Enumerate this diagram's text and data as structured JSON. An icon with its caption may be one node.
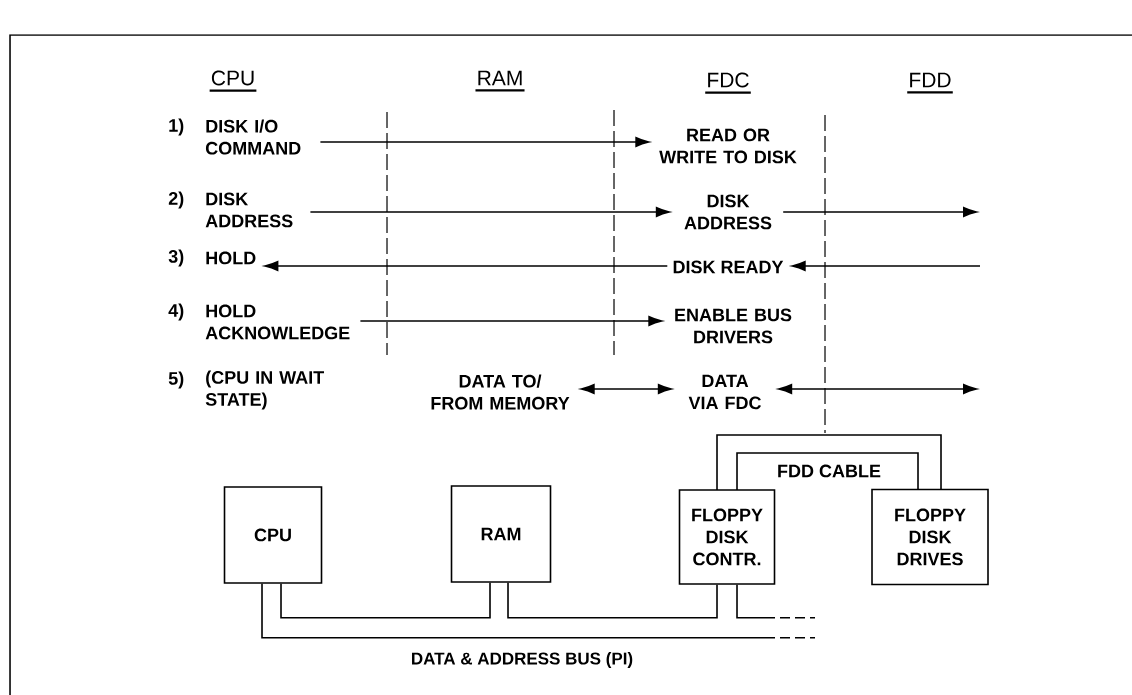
{
  "diagram": {
    "nodes": [
      {
        "text": [
          "DISK I/O COMMAND"
        ]
      },
      {
        "text": [
          "READ OR WRITE TO DISK"
        ]
      },
      {
        "text": [
          "DISK ADDRESS"
        ]
      },
      {
        "text": [
          "DISK ADDRESS"
        ]
      },
      {
        "text": [
          "HOLD"
        ]
      },
      {
        "text": [
          "DISK READY"
        ]
      },
      {
        "text": [
          "HOLD ACKNOWLEDGE"
        ]
      },
      {
        "text": [
          "ENABLE BUS DRIVERS"
        ]
      },
      {
        "text": [
          "DATA TO/ FROM MEMORY"
        ]
      },
      {
        "text": [
          "DATA VIA FDC"
        ]
      },
      {
        "text": [
          "FDD CABLE"
        ]
      },
      {
        "text": [
          "CPU"
        ]
      },
      {
        "text": [
          "RAM"
        ]
      },
      {
        "text": [
          "FLOPPY DISK CONTR."
        ]
      },
      {
        "text": [
          "FLOPPY DISK DRIVES"
        ]
      }
    ],
    "edges": [
      {
        "from": 0,
        "to": 1,
        "arrow": "to"
      },
      {
        "from": 2,
        "to": 3,
        "arrow": "to"
      },
      {
        "from": 3,
        "to": null,
        "arrow": "to"
      },
      {
        "from": null,
        "to": 5,
        "arrow": "to"
      },
      {
        "from": 5,
        "to": 4,
        "arrow": "to"
      },
      {
        "from": 6,
        "to": 7,
        "arrow": "to"
      },
      {
        "from": 8,
        "to": 9,
        "arrow": "both"
      },
      {
        "from": 9,
        "to": null,
        "arrow": "both"
      },
      {
        "from": 11,
        "to": 12,
        "arrow": "none"
      },
      {
        "from": 12,
        "to": 13,
        "arrow": "none"
      },
      {
        "from": 13,
        "to": null,
        "arrow": "none"
      },
      {
        "from": 11,
        "to": null,
        "arrow": "none"
      }
    ],
    "labels": [
      "CPU",
      "RAM",
      "FDC",
      "FDD",
      "1)",
      "2)",
      "3)",
      "4)",
      "5)",
      "(CPU IN WAIT STATE)",
      "DATA & ADDRESS BUS (PI)"
    ]
  }
}
